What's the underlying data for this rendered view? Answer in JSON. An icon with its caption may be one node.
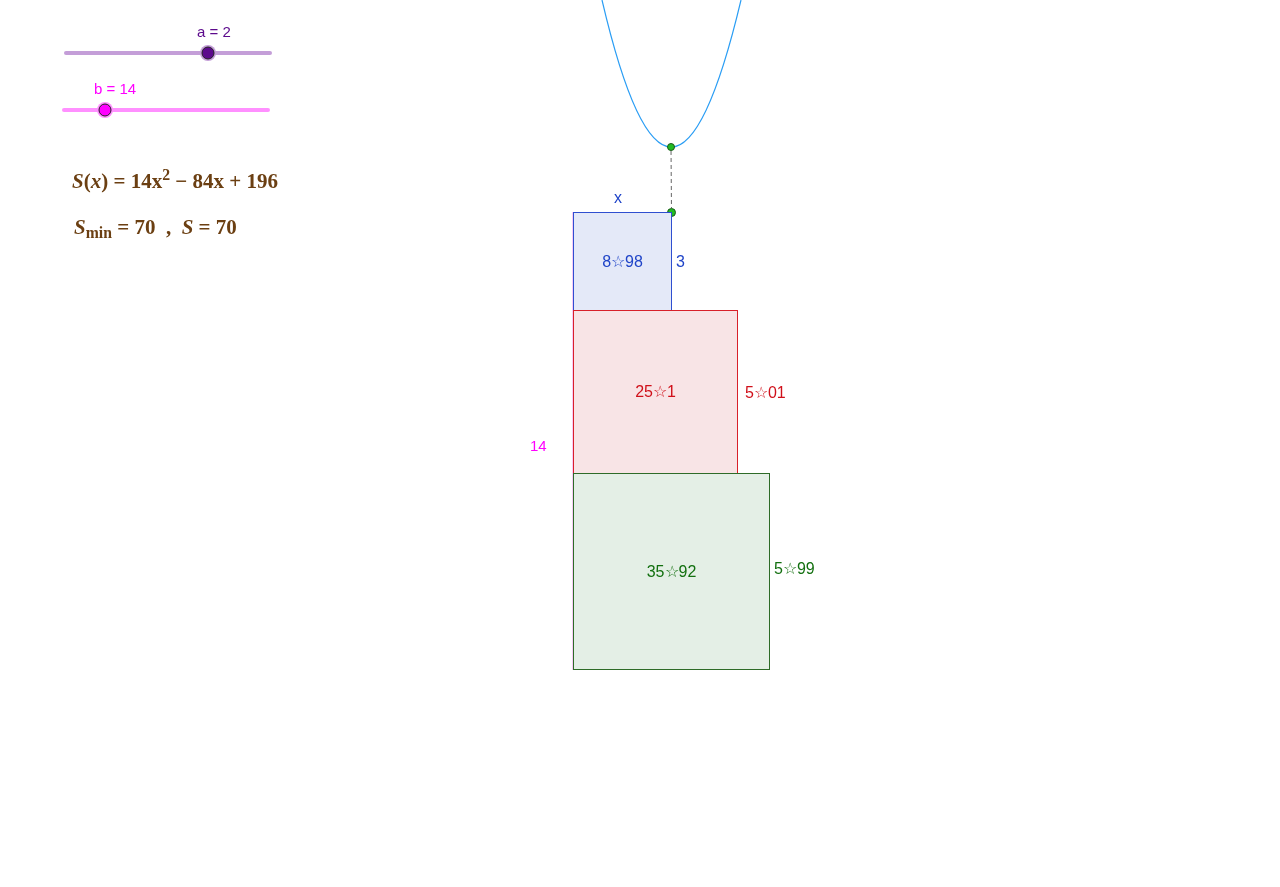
{
  "diagram": {
    "nodes": [
      {
        "text": [],
        "shape": "circle"
      },
      {
        "text": [],
        "shape": "circle"
      },
      {
        "text": [
          "8☆98"
        ],
        "beside": [
          "x",
          "3"
        ]
      },
      {
        "text": [
          "25☆1"
        ],
        "beside": [
          "5☆01"
        ]
      },
      {
        "text": [
          "35☆92"
        ],
        "beside": [
          "5☆99"
        ]
      }
    ],
    "edges": [
      {
        "from": 0,
        "to": 1,
        "arrow": "none",
        "style": "dashed"
      }
    ],
    "labels": [
      "a = 2",
      "b = 14",
      "*S*(*x*) = 14x$^{2}$ − 84x + 196",
      "*S*$_{min}$ = 70  ,  *S* = 70",
      "14"
    ]
  }
}
